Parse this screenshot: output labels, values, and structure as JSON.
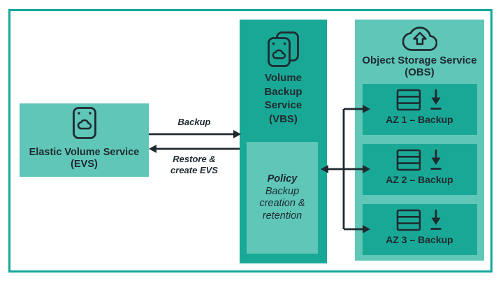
{
  "palette": {
    "teal_dark": "#1aa896",
    "teal_light": "#5fc6b8",
    "frame": "#12a79a",
    "ink": "#1e2a30",
    "background": "#ffffff"
  },
  "nodes": {
    "evs": {
      "name": "Elastic Volume Service",
      "abbr": "(EVS)",
      "icon": "volume-device-cloud-icon"
    },
    "vbs": {
      "name_lines": [
        "Volume",
        "Backup",
        "Service",
        "(VBS)"
      ],
      "icon": "volume-backup-cards-icon",
      "policy": {
        "title": "Policy",
        "desc_lines": [
          "Backup",
          "creation &",
          "retention"
        ]
      }
    },
    "obs": {
      "name": "Object Storage Service",
      "abbr": "(OBS)",
      "icon": "cloud-upload-icon",
      "az_zones": [
        {
          "label": "AZ 1 – Backup",
          "icons": [
            "storage-stack-icon",
            "download-icon"
          ]
        },
        {
          "label": "AZ 2 – Backup",
          "icons": [
            "storage-stack-icon",
            "download-icon"
          ]
        },
        {
          "label": "AZ 3 – Backup",
          "icons": [
            "storage-stack-icon",
            "download-icon"
          ]
        }
      ]
    }
  },
  "edges": {
    "evs_to_vbs": {
      "label": "Backup"
    },
    "vbs_to_evs": {
      "label_lines": [
        "Restore &",
        "create EVS"
      ]
    }
  }
}
